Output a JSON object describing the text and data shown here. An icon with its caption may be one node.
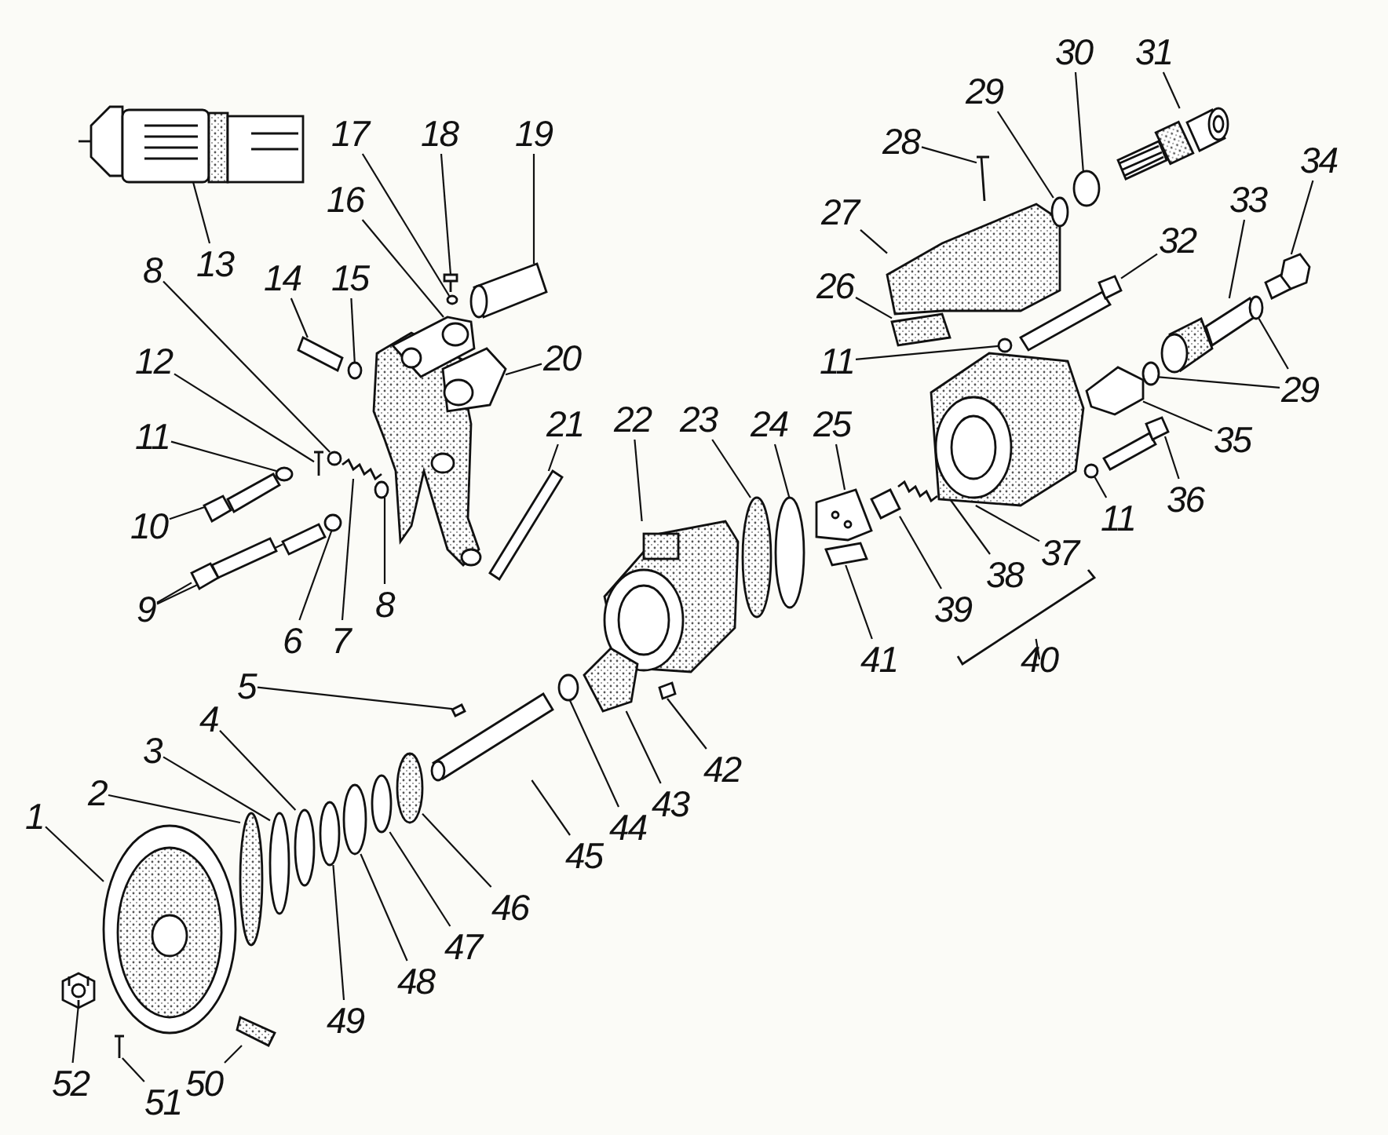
{
  "diagram": {
    "nodes": [
      {
        "text": [
          "1"
        ]
      },
      {
        "text": [
          "2"
        ]
      },
      {
        "text": [
          "3"
        ]
      },
      {
        "text": [
          "4"
        ]
      },
      {
        "text": [
          "5"
        ]
      },
      {
        "text": [
          "6"
        ]
      },
      {
        "text": [
          "7"
        ]
      },
      {
        "text": [
          "8"
        ]
      },
      {
        "text": [
          "8"
        ]
      },
      {
        "text": [
          "9"
        ]
      },
      {
        "text": [
          "10"
        ]
      },
      {
        "text": [
          "11"
        ]
      },
      {
        "text": [
          "12"
        ]
      },
      {
        "text": [
          "13"
        ]
      },
      {
        "text": [
          "14"
        ]
      },
      {
        "text": [
          "15"
        ]
      },
      {
        "text": [
          "16"
        ]
      },
      {
        "text": [
          "17"
        ]
      },
      {
        "text": [
          "18"
        ]
      },
      {
        "text": [
          "19"
        ]
      },
      {
        "text": [
          "20"
        ]
      },
      {
        "text": [
          "21"
        ]
      },
      {
        "text": [
          "22"
        ]
      },
      {
        "text": [
          "23"
        ]
      },
      {
        "text": [
          "24"
        ]
      },
      {
        "text": [
          "25"
        ]
      },
      {
        "text": [
          "26"
        ]
      },
      {
        "text": [
          "27"
        ]
      },
      {
        "text": [
          "28"
        ]
      },
      {
        "text": [
          "29"
        ]
      },
      {
        "text": [
          "30"
        ]
      },
      {
        "text": [
          "31"
        ]
      },
      {
        "text": [
          "32"
        ]
      },
      {
        "text": [
          "33"
        ]
      },
      {
        "text": [
          "34"
        ]
      },
      {
        "text": [
          "11"
        ]
      },
      {
        "text": [
          "29"
        ]
      },
      {
        "text": [
          "35"
        ]
      },
      {
        "text": [
          "36"
        ]
      },
      {
        "text": [
          "11"
        ]
      },
      {
        "text": [
          "37"
        ]
      },
      {
        "text": [
          "38"
        ]
      },
      {
        "text": [
          "39"
        ]
      },
      {
        "text": [
          "40"
        ]
      },
      {
        "text": [
          "41"
        ]
      },
      {
        "text": [
          "42"
        ]
      },
      {
        "text": [
          "43"
        ]
      },
      {
        "text": [
          "44"
        ]
      },
      {
        "text": [
          "45"
        ]
      },
      {
        "text": [
          "46"
        ]
      },
      {
        "text": [
          "47"
        ]
      },
      {
        "text": [
          "48"
        ]
      },
      {
        "text": [
          "49"
        ]
      },
      {
        "text": [
          "50"
        ]
      },
      {
        "text": [
          "51"
        ]
      },
      {
        "text": [
          "52"
        ]
      },
      {
        "text": [],
        "shape": "picture"
      },
      {
        "text": [],
        "shape": "circle"
      },
      {
        "text": [],
        "shape": "circle"
      },
      {
        "text": [],
        "shape": "circle"
      },
      {
        "text": [],
        "shape": "picture"
      },
      {
        "text": [],
        "shape": "circle"
      },
      {
        "text": [],
        "shape": "picture"
      },
      {
        "text": [],
        "shape": "circle"
      },
      {
        "text": [],
        "shape": "circle"
      },
      {
        "text": [],
        "shape": "picture"
      },
      {
        "text": [],
        "shape": "picture"
      },
      {
        "text": [],
        "shape": "picture"
      },
      {
        "text": [],
        "shape": "circle"
      },
      {
        "text": [],
        "shape": "picture"
      },
      {
        "text": [],
        "shape": "picture"
      },
      {
        "text": [],
        "shape": "picture"
      },
      {
        "text": [],
        "shape": "circle"
      },
      {
        "text": [],
        "shape": "picture"
      },
      {
        "text": [],
        "shape": "circle"
      },
      {
        "text": [],
        "shape": "picture"
      },
      {
        "text": [],
        "shape": "picture"
      },
      {
        "text": [],
        "shape": "picture"
      },
      {
        "text": [],
        "shape": "picture"
      },
      {
        "text": [],
        "shape": "picture"
      },
      {
        "text": [],
        "shape": "circle"
      },
      {
        "text": [],
        "shape": "circle"
      },
      {
        "text": [],
        "shape": "picture"
      },
      {
        "text": [],
        "shape": "picture"
      },
      {
        "text": [],
        "shape": "picture"
      },
      {
        "text": [],
        "shape": "picture"
      },
      {
        "text": [],
        "shape": "circle"
      },
      {
        "text": [],
        "shape": "circle"
      },
      {
        "text": [],
        "shape": "picture"
      },
      {
        "text": [],
        "shape": "picture"
      },
      {
        "text": [],
        "shape": "picture"
      },
      {
        "text": [],
        "shape": "picture"
      },
      {
        "text": [],
        "shape": "circle"
      },
      {
        "text": [],
        "shape": "circle"
      },
      {
        "text": [],
        "shape": "circle"
      },
      {
        "text": [],
        "shape": "picture"
      },
      {
        "text": [],
        "shape": "picture"
      },
      {
        "text": [],
        "shape": "circle"
      },
      {
        "text": [],
        "shape": "picture"
      },
      {
        "text": [],
        "shape": "picture"
      },
      {
        "text": [],
        "shape": "picture"
      },
      {
        "text": [],
        "shape": "bracket"
      },
      {
        "text": [],
        "shape": "picture"
      },
      {
        "text": [],
        "shape": "picture"
      },
      {
        "text": [],
        "shape": "picture"
      },
      {
        "text": [],
        "shape": "circle"
      },
      {
        "text": [],
        "shape": "picture"
      },
      {
        "text": [],
        "shape": "circle"
      },
      {
        "text": [],
        "shape": "circle"
      },
      {
        "text": [],
        "shape": "circle"
      },
      {
        "text": [],
        "shape": "circle"
      },
      {
        "text": [],
        "shape": "picture"
      },
      {
        "text": [],
        "shape": "picture"
      },
      {
        "text": [],
        "shape": "picture"
      }
    ],
    "edges": [
      {
        "from": 0,
        "to": 56,
        "arrow": "none"
      },
      {
        "from": 1,
        "to": 57,
        "arrow": "none"
      },
      {
        "from": 2,
        "to": 58,
        "arrow": "none"
      },
      {
        "from": 3,
        "to": 59,
        "arrow": "none"
      },
      {
        "from": 4,
        "to": 60,
        "arrow": "none"
      },
      {
        "from": 5,
        "to": 61,
        "arrow": "none"
      },
      {
        "from": 6,
        "to": 62,
        "arrow": "none"
      },
      {
        "from": 7,
        "to": 63,
        "arrow": "none"
      },
      {
        "from": 8,
        "to": 64,
        "arrow": "none"
      },
      {
        "from": 9,
        "to": 65,
        "arrow": "none"
      },
      {
        "from": 9,
        "to": 66,
        "arrow": "none"
      },
      {
        "from": 10,
        "to": 67,
        "arrow": "none"
      },
      {
        "from": 11,
        "to": 68,
        "arrow": "none"
      },
      {
        "from": 12,
        "to": 69,
        "arrow": "none"
      },
      {
        "from": 13,
        "to": 70,
        "arrow": "none"
      },
      {
        "from": 14,
        "to": 71,
        "arrow": "none"
      },
      {
        "from": 15,
        "to": 72,
        "arrow": "none"
      },
      {
        "from": 16,
        "to": 73,
        "arrow": "none"
      },
      {
        "from": 17,
        "to": 74,
        "arrow": "none"
      },
      {
        "from": 18,
        "to": 75,
        "arrow": "none"
      },
      {
        "from": 19,
        "to": 76,
        "arrow": "none"
      },
      {
        "from": 20,
        "to": 77,
        "arrow": "none"
      },
      {
        "from": 21,
        "to": 78,
        "arrow": "none"
      },
      {
        "from": 22,
        "to": 79,
        "arrow": "none"
      },
      {
        "from": 23,
        "to": 80,
        "arrow": "none"
      },
      {
        "from": 24,
        "to": 81,
        "arrow": "none"
      },
      {
        "from": 25,
        "to": 82,
        "arrow": "none"
      },
      {
        "from": 26,
        "to": 83,
        "arrow": "none"
      },
      {
        "from": 27,
        "to": 84,
        "arrow": "none"
      },
      {
        "from": 28,
        "to": 85,
        "arrow": "none"
      },
      {
        "from": 29,
        "to": 86,
        "arrow": "none"
      },
      {
        "from": 30,
        "to": 87,
        "arrow": "none"
      },
      {
        "from": 31,
        "to": 88,
        "arrow": "none"
      },
      {
        "from": 32,
        "to": 89,
        "arrow": "none"
      },
      {
        "from": 33,
        "to": 90,
        "arrow": "none"
      },
      {
        "from": 34,
        "to": 91,
        "arrow": "none"
      },
      {
        "from": 35,
        "to": 92,
        "arrow": "none"
      },
      {
        "from": 36,
        "to": 93,
        "arrow": "none"
      },
      {
        "from": 36,
        "to": 94,
        "arrow": "none"
      },
      {
        "from": 37,
        "to": 95,
        "arrow": "none"
      },
      {
        "from": 38,
        "to": 96,
        "arrow": "none"
      },
      {
        "from": 39,
        "to": 97,
        "arrow": "none"
      },
      {
        "from": 40,
        "to": 98,
        "arrow": "none"
      },
      {
        "from": 41,
        "to": 99,
        "arrow": "none"
      },
      {
        "from": 42,
        "to": 100,
        "arrow": "none"
      },
      {
        "from": 43,
        "to": 101,
        "arrow": "none"
      },
      {
        "from": 44,
        "to": 102,
        "arrow": "none"
      },
      {
        "from": 45,
        "to": 103,
        "arrow": "none"
      },
      {
        "from": 46,
        "to": 104,
        "arrow": "none"
      },
      {
        "from": 47,
        "to": 105,
        "arrow": "none"
      },
      {
        "from": 48,
        "to": 106,
        "arrow": "none"
      },
      {
        "from": 49,
        "to": 107,
        "arrow": "none"
      },
      {
        "from": 50,
        "to": 108,
        "arrow": "none"
      },
      {
        "from": 51,
        "to": 109,
        "arrow": "none"
      },
      {
        "from": 52,
        "to": 110,
        "arrow": "none"
      },
      {
        "from": 53,
        "to": 111,
        "arrow": "none"
      },
      {
        "from": 54,
        "to": 112,
        "arrow": "none"
      },
      {
        "from": 55,
        "to": 113,
        "arrow": "none"
      }
    ]
  }
}
